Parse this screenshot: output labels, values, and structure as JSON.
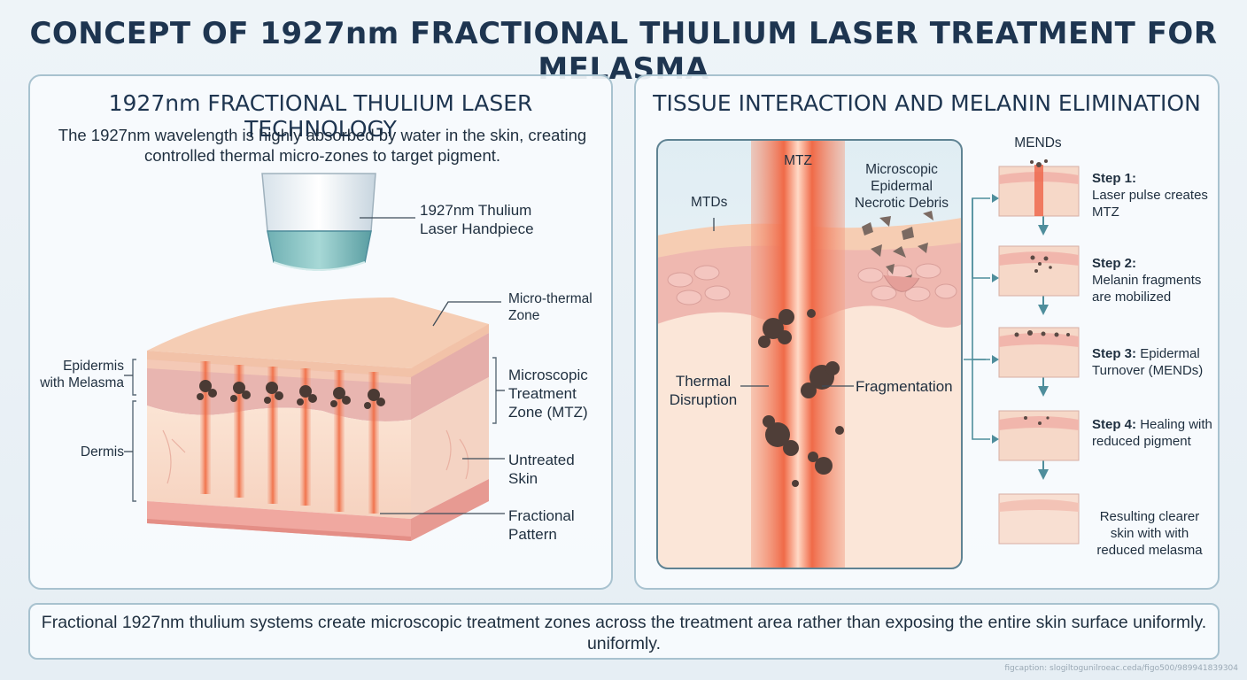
{
  "title": "CONCEPT OF 1927nm FRACTIONAL THULIUM LASER TREATMENT FOR MELASMA",
  "left_panel": {
    "title": "1927nm FRACTIONAL THULIUM LASER TECHNOLOGY",
    "description": "The 1927nm wavelength is highly absorbed by water in the skin, creating controlled thermal micro-zones to target pigment.",
    "labels": {
      "handpiece": "1927nm Thulium Laser Handpiece",
      "micro_thermal_zone": "Micro-thermal Zone",
      "mtz": "Microscopic Treatment Zone (MTZ)",
      "untreated": "Untreated Skin",
      "fractional": "Fractional Pattern",
      "epidermis": "Epidermis with Melasma",
      "dermis": "Dermis"
    }
  },
  "right_panel": {
    "title": "TISSUE INTERACTION AND MELANIN ELIMINATION",
    "labels": {
      "mtz": "MTZ",
      "mtds": "MTDs",
      "debris": "Microscopic Epidermal Necrotic Debris",
      "thermal_disruption": "Thermal Disruption",
      "fragmentation": "Fragmentation",
      "mends": "MENDs"
    },
    "steps": [
      {
        "head": "Step 1:",
        "text": "Laser pulse creates MTZ"
      },
      {
        "head": "Step 2:",
        "text": "Melanin fragments are mobilized"
      },
      {
        "head": "Step 3:",
        "text": "Epidermal Turnover (MENDs)"
      },
      {
        "head": "Step 4:",
        "text": "Healing with reduced pigment"
      }
    ],
    "result": "Resulting clearer skin with with reduced melasma"
  },
  "footer": "Fractional 1927nm thulium systems create microscopic treatment zones across the treatment area rather than exposing the entire skin surface uniformly. uniformly.",
  "figcaption": "figcaption: slogiltogunilroeac.ceda/figo500/989941839304",
  "colors": {
    "accent": "#1e3550",
    "panel_border": "#a8c2cf",
    "laser": "#ee6a4e",
    "skin": "#f6d8c4",
    "melanin": "#4a3a34",
    "arrow": "#4f8e9c"
  }
}
